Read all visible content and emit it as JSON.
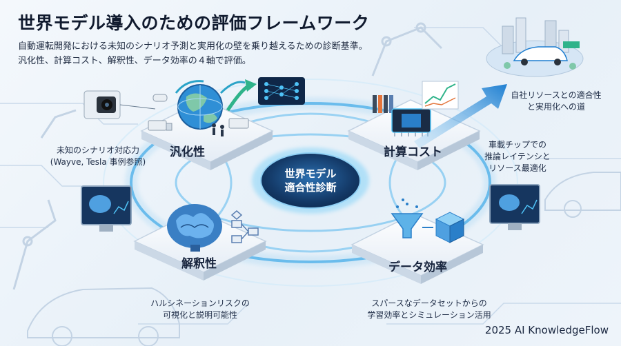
{
  "header": {
    "title": "世界モデル導入のための評価フレームワーク",
    "subtitle_line1": "自動運転開発における未知のシナリオ予測と実用化の壁を乗り越えるための診断基準。",
    "subtitle_line2": "汎化性、計算コスト、解釈性、データ効率の４軸で評価。"
  },
  "center": {
    "line1": "世界モデル",
    "line2": "適合性診断"
  },
  "nodes": {
    "generalization": {
      "label": "汎化性",
      "note_line1": "未知のシナリオ対応力",
      "note_line2": "(Wayve, Tesla 事例参照)"
    },
    "compute": {
      "label": "計算コスト",
      "note_line1": "車載チップでの",
      "note_line2": "推論レイテンシと",
      "note_line3": "リソース最適化"
    },
    "interpretability": {
      "label": "解釈性",
      "note_line1": "ハルシネーションリスクの",
      "note_line2": "可視化と説明可能性"
    },
    "data_efficiency": {
      "label": "データ効率",
      "note_line1": "スパースなデータセットからの",
      "note_line2": "学習効率とシミュレーション活用"
    }
  },
  "goal": {
    "line1": "自社リソースとの適合性",
    "line2": "と実用化への道"
  },
  "footer": {
    "copyright": "2025 AI KnowledgeFlow"
  },
  "colors": {
    "accent": "#1f7fd1",
    "glow": "#4fc3f7",
    "dark_panel": "#16365f"
  }
}
